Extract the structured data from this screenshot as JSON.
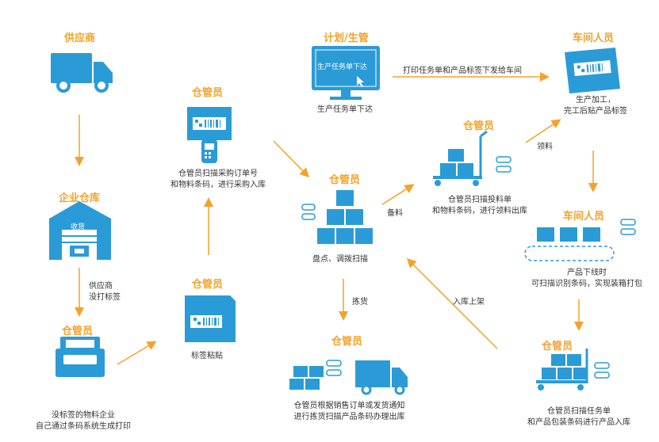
{
  "colors": {
    "blue": "#2b9bd8",
    "orange": "#f5a12a",
    "text": "#333333"
  },
  "roles": {
    "supplier": "供应商",
    "enterprise_warehouse": "企业仓库",
    "plan_prod": "计划/生管",
    "workshop_top": "车间人员",
    "workshop_mid": "车间人员",
    "wh_top_left": "仓管员",
    "wh_center": "仓管员",
    "wh_right_top": "仓管员",
    "wh_mid_left": "仓管员",
    "wh_bottom_left": "仓管员",
    "wh_bottom_center": "仓管员",
    "wh_bottom_right": "仓管员"
  },
  "captions": {
    "plan_screen": "生产任务单下达",
    "plan_below": "生产任务单下达",
    "receiving": "收货",
    "workshop_process_1": "生产加工，",
    "workshop_process_2": "完工后贴产品标签",
    "scan_purchase_1": "仓管员扫描采购订单号",
    "scan_purchase_2": "和物料条码，进行采购入库",
    "scan_issue_1": "仓管员扫描投料单",
    "scan_issue_2": "和物料条码，进行领料出库",
    "inventory": "盘点、调拨扫描",
    "offline_1": "产品下线时",
    "offline_2": "可扫描识别条码，实现装箱打包",
    "label_paste": "标签粘贴",
    "no_label_1": "没标签的物料企业",
    "no_label_2": "自己通过条码系统生成打印",
    "ship_1": "仓管员根据销售订单或发货通知",
    "ship_2": "进行拣货扫描产品条码办理出库",
    "prod_in_1": "仓管员扫描任务单",
    "prod_in_2": "和产品包装条码进行产品入库"
  },
  "edges": {
    "print_task": "打印任务单和产品标签下发给车间",
    "pick_material": "领料",
    "supplier_no_label_1": "供应商",
    "supplier_no_label_2": "没打标签",
    "prepare": "备料",
    "picking": "拣货",
    "shelving": "入库上架"
  },
  "icons": [
    "truck-icon",
    "warehouse-icon",
    "monitor-icon",
    "barcode-box-icon",
    "barcode-scanner-icon",
    "box-pile-icon",
    "trolley-icon",
    "barcode-printer-icon",
    "conveyor-icon",
    "rfid-icon"
  ]
}
